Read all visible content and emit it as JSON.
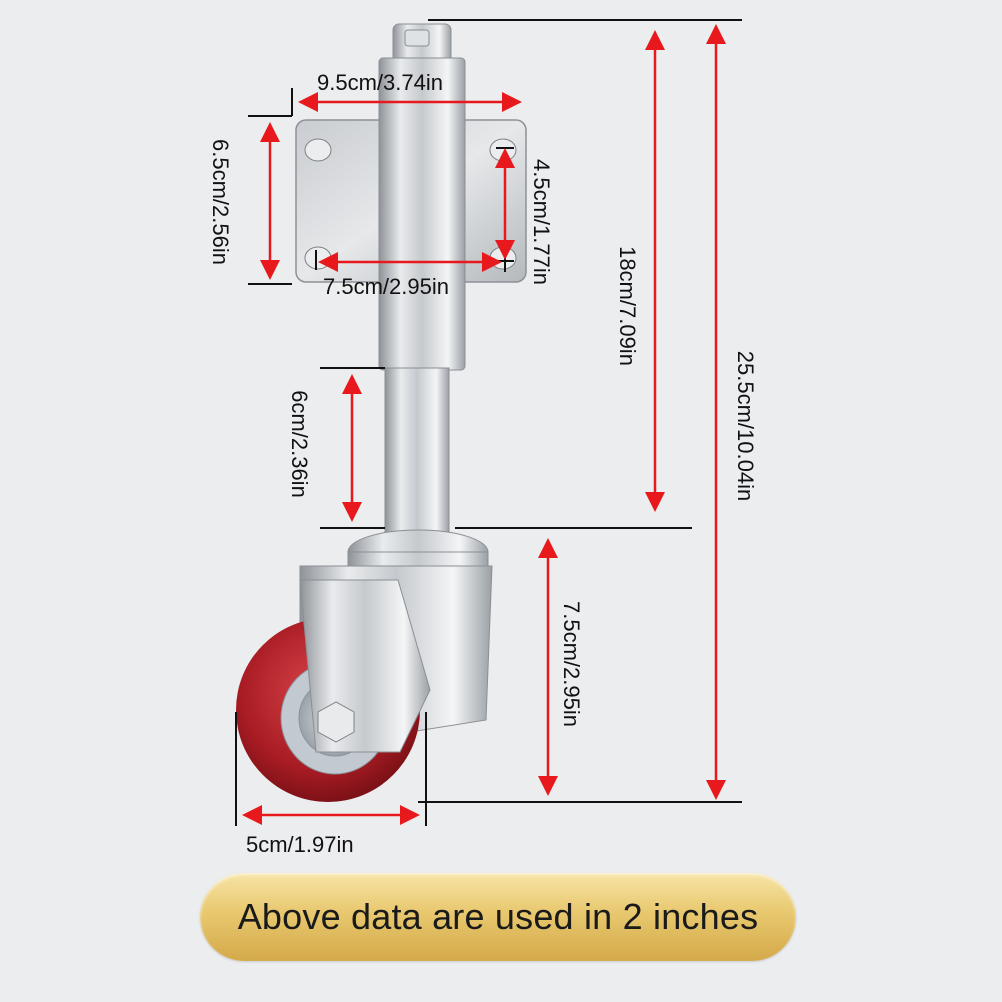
{
  "dimensions": {
    "plate_width": "9.5cm/3.74in",
    "plate_height": "6.5cm/2.56in",
    "hole_vertical": "4.5cm/1.77in",
    "hole_horizontal": "7.5cm/2.95in",
    "upper_stem": "18cm/7.09in",
    "total_height": "25.5cm/10.04in",
    "lower_stem": "6cm/2.36in",
    "caster_height": "7.5cm/2.95in",
    "wheel_diameter": "5cm/1.97in"
  },
  "banner": {
    "text": "Above data are used in 2 inches"
  },
  "colors": {
    "background": "#ecedef",
    "arrow": "#e8191c",
    "line": "#111111",
    "wheel": "#b0232a",
    "banner": "#e3c26a"
  }
}
